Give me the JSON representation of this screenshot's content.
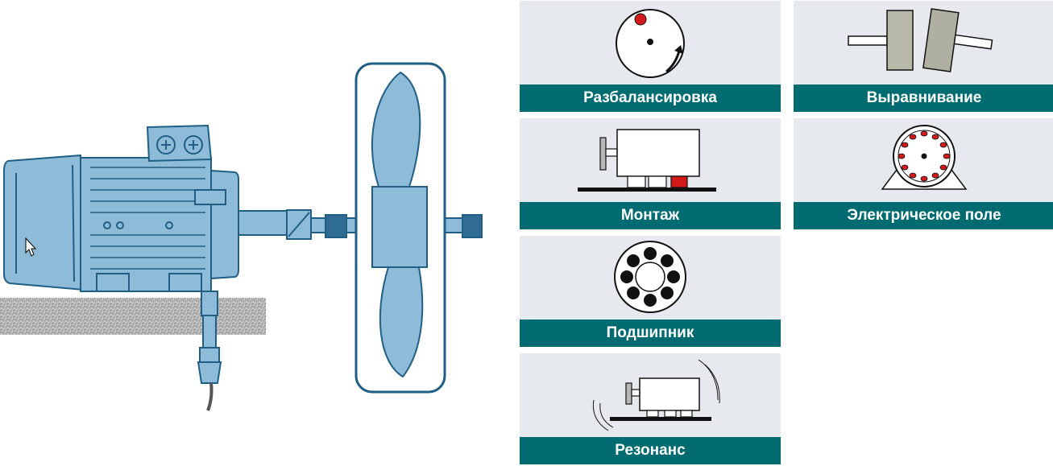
{
  "panels": {
    "unbalance": {
      "label": "Разбалансировка",
      "icon": "rotor-unbalance-icon"
    },
    "alignment": {
      "label": "Выравнивание",
      "icon": "shaft-alignment-icon"
    },
    "mounting": {
      "label": "Монтаж",
      "icon": "motor-mounting-icon"
    },
    "electric": {
      "label": "Электрическое поле",
      "icon": "stator-field-icon"
    },
    "bearing": {
      "label": "Подшипник",
      "icon": "bearing-icon"
    },
    "resonance": {
      "label": "Резонанс",
      "icon": "motor-resonance-icon"
    }
  },
  "colors": {
    "label_bg": "#006b70",
    "panel_bg": "#e6eaef",
    "motor_fill": "#8dbbd8",
    "motor_stroke": "#1f5f86",
    "accent_red": "#d31a1a"
  }
}
